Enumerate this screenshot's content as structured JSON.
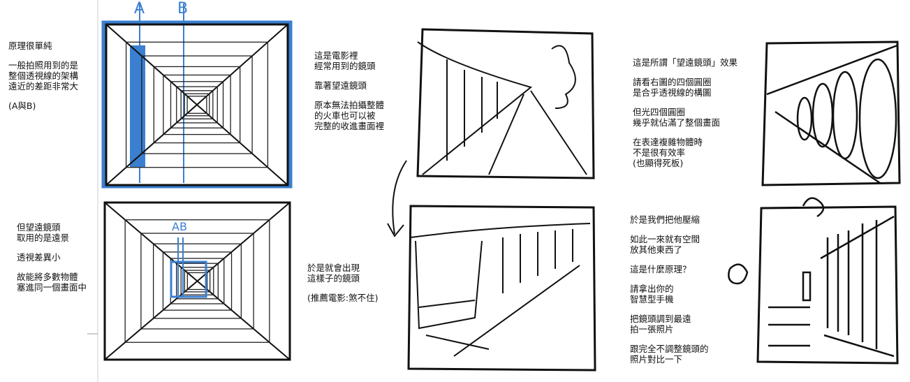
{
  "left_top_note": [
    "原理很單純",
    "一般拍照用到的是\n整個透視線的架構\n遠近的差距非常大",
    "(A與B)"
  ],
  "left_bottom_note": [
    "但望遠鏡頭\n取用的是遠景",
    "透視差異小",
    "故能將多數物體\n塞進同一個畫面中"
  ],
  "labels": {
    "a": "A",
    "b": "B",
    "ab": "AB"
  },
  "middle_top_note": [
    "這是電影裡\n經常用到的鏡頭",
    "靠著望遠鏡頭",
    "原本無法拍攝整體\n的火車也可以被\n完整的收進畫面裡"
  ],
  "middle_bottom_note": [
    "於是就會出現\n這樣子的鏡頭",
    "(推薦電影:煞不住)"
  ],
  "right_top_note": [
    "這是所謂「望遠鏡頭」效果",
    "請看右圖的四個圓圈\n是合乎透視線的構圖",
    "但光四個圓圈\n幾乎就佔滿了整個畫面",
    "在表達複雜物體時\n不是很有效率\n(也顯得死板)"
  ],
  "right_bottom_note": [
    "於是我們把他壓縮",
    "如此一來就有空間\n放其他東西了",
    "這是什麼原理？",
    "請拿出你的\n智慧型手機",
    "把鏡頭調到最遠\n拍一張照片",
    "跟完全不調整鏡頭的\n照片對比一下"
  ],
  "colors": {
    "accent": "#3a7fd0",
    "ink": "#111111"
  }
}
